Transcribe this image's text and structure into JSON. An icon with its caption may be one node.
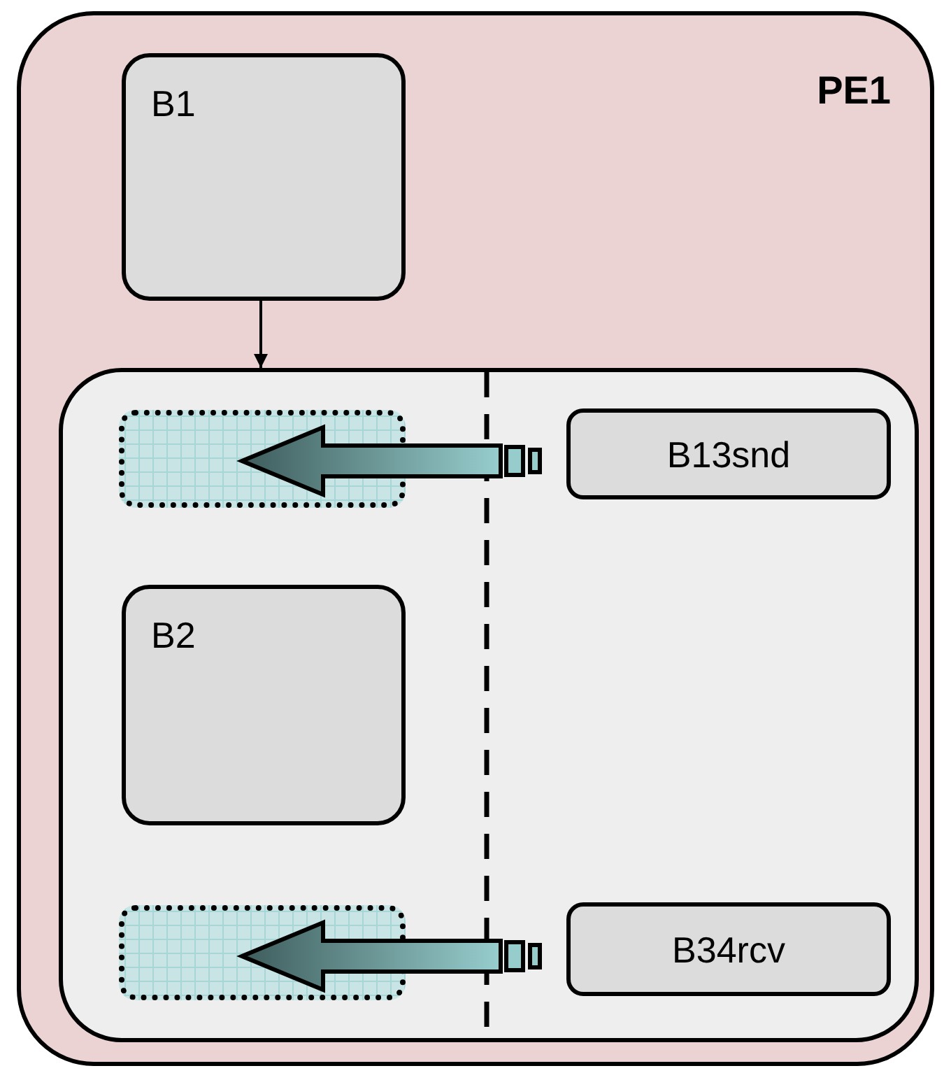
{
  "diagram": {
    "nodes": [
      {
        "text": [
          "PE1"
        ]
      },
      {
        "text": [
          "B1"
        ],
        "in": 0
      },
      {
        "text": [],
        "shape": "box",
        "in": 0
      },
      {
        "text": [],
        "shape": "box",
        "in": 2
      },
      {
        "text": [
          "B13snd"
        ],
        "in": 2
      },
      {
        "text": [
          "B2"
        ],
        "in": 2
      },
      {
        "text": [],
        "shape": "box",
        "in": 2
      },
      {
        "text": [
          "B34rcv"
        ],
        "in": 2
      }
    ],
    "edges": [
      {
        "from": 1,
        "to": 2,
        "arrow": "to"
      },
      {
        "from": 4,
        "to": 3,
        "arrow": "to",
        "style": "thick",
        "color": "#96cccc"
      },
      {
        "from": 7,
        "to": 6,
        "arrow": "to",
        "style": "thick",
        "color": "#96cccc"
      }
    ]
  }
}
